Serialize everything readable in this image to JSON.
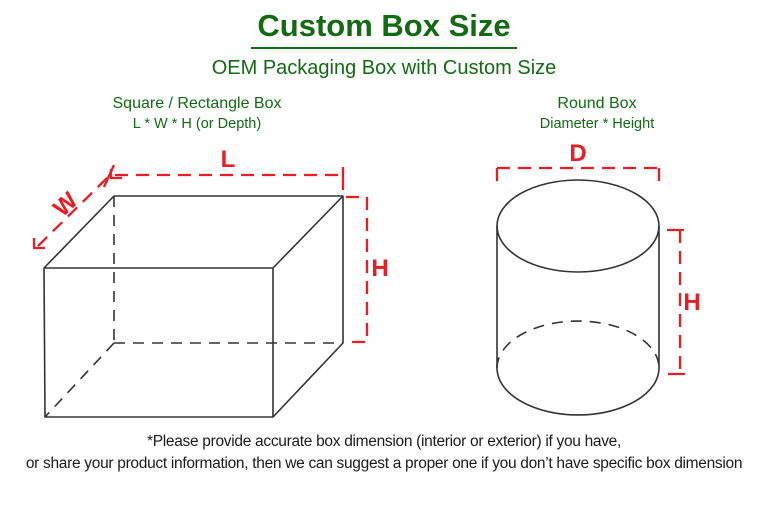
{
  "page": {
    "title": "Custom Box Size",
    "subtitle": "OEM Packaging Box with Custom Size"
  },
  "colors": {
    "heading_green": "#126b12",
    "dimension_red": "#ed1c24",
    "line_black": "#333333",
    "footer_text": "#1b1b1b",
    "background": "#ffffff"
  },
  "left_diagram": {
    "shape": "rectangular-box",
    "heading": "Square / Rectangle Box",
    "subheading": "L * W * H (or Depth)",
    "labels": {
      "length": "L",
      "width": "W",
      "height": "H"
    }
  },
  "right_diagram": {
    "shape": "cylinder",
    "heading": "Round Box",
    "subheading": "Diameter * Height",
    "labels": {
      "diameter": "D",
      "height": "H"
    }
  },
  "footer": {
    "line1": "*Please provide accurate box dimension (interior or exterior) if you have,",
    "line2": "or share your product information, then we can suggest a proper one if you don’t have specific box dimension"
  }
}
